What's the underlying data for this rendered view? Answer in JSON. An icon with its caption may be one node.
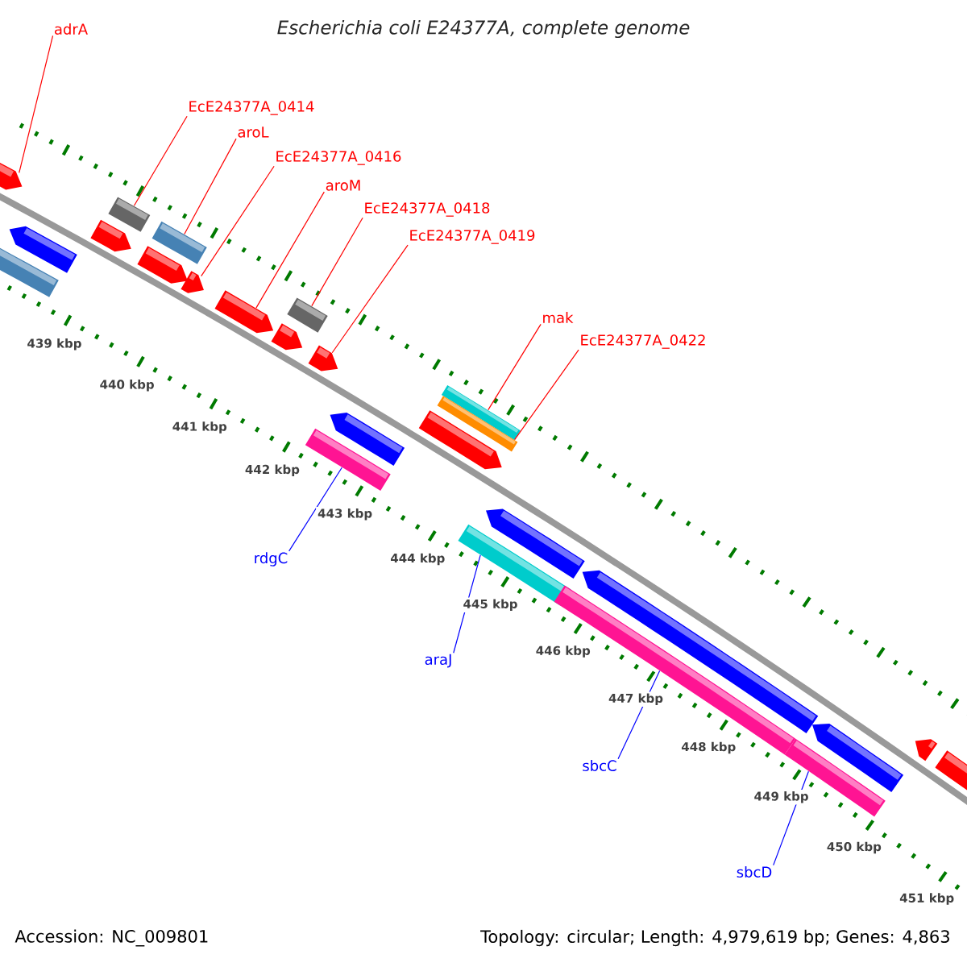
{
  "diagram": {
    "title": "Escherichia coli E24377A, complete genome",
    "nodes": [
      {
        "text": [
          "adrA"
        ]
      },
      {
        "text": [
          "EcE24377A_0414"
        ]
      },
      {
        "text": [
          "aroL"
        ]
      },
      {
        "text": [
          "EcE24377A_0416"
        ]
      },
      {
        "text": [
          "aroM"
        ]
      },
      {
        "text": [
          "EcE24377A_0418"
        ]
      },
      {
        "text": [
          "EcE24377A_0419"
        ]
      },
      {
        "text": [
          "mak"
        ]
      },
      {
        "text": [
          "EcE24377A_0422"
        ]
      },
      {
        "text": [
          "rdgC"
        ]
      },
      {
        "text": [
          "araJ"
        ]
      },
      {
        "text": [
          "sbcC"
        ]
      },
      {
        "text": [
          "sbcD"
        ]
      },
      {
        "text": [],
        "shape": "arrow"
      },
      {
        "text": [],
        "shape": "bar"
      },
      {
        "text": [],
        "shape": "arrow"
      },
      {
        "text": [],
        "shape": "arrow"
      },
      {
        "text": [],
        "shape": "bar"
      },
      {
        "text": [],
        "shape": "bar"
      },
      {
        "text": [],
        "shape": "arrow"
      },
      {
        "text": [],
        "shape": "arrow"
      },
      {
        "text": [],
        "shape": "arrow"
      },
      {
        "text": [],
        "shape": "bar"
      },
      {
        "text": [],
        "shape": "arrow"
      },
      {
        "text": [],
        "shape": "arrow"
      },
      {
        "text": [],
        "shape": "bar"
      },
      {
        "text": [],
        "shape": "arrow"
      },
      {
        "text": [],
        "shape": "arrow"
      },
      {
        "text": [],
        "shape": "bar"
      },
      {
        "text": [],
        "shape": "bar"
      },
      {
        "text": [],
        "shape": "bar"
      },
      {
        "text": [],
        "shape": "arrow"
      },
      {
        "text": [],
        "shape": "bar"
      },
      {
        "text": [],
        "shape": "arrow"
      },
      {
        "text": [],
        "shape": "bar"
      },
      {
        "text": [],
        "shape": "arrow"
      },
      {
        "text": [],
        "shape": "arrow"
      },
      {
        "text": [],
        "shape": "arrow"
      }
    ],
    "edges": [
      {
        "from": 0,
        "to": 13,
        "arrow": "none"
      },
      {
        "from": 1,
        "to": 17,
        "arrow": "none"
      },
      {
        "from": 2,
        "to": 18,
        "arrow": "none"
      },
      {
        "from": 3,
        "to": 20,
        "arrow": "none"
      },
      {
        "from": 4,
        "to": 21,
        "arrow": "none"
      },
      {
        "from": 5,
        "to": 22,
        "arrow": "none"
      },
      {
        "from": 6,
        "to": 24,
        "arrow": "none"
      },
      {
        "from": 7,
        "to": 28,
        "arrow": "none"
      },
      {
        "from": 8,
        "to": 29,
        "arrow": "none"
      },
      {
        "from": 9,
        "to": 25,
        "arrow": "none",
        "color": "#0000ff"
      },
      {
        "from": 10,
        "to": 30,
        "arrow": "none",
        "color": "#0000ff"
      },
      {
        "from": 11,
        "to": 32,
        "arrow": "none",
        "color": "#0000ff"
      },
      {
        "from": 12,
        "to": 34,
        "arrow": "none",
        "color": "#0000ff"
      }
    ],
    "labels": [
      "439 kbp",
      "440 kbp",
      "441 kbp",
      "442 kbp",
      "443 kbp",
      "444 kbp",
      "445 kbp",
      "446 kbp",
      "447 kbp",
      "448 kbp",
      "449 kbp",
      "450 kbp",
      "451 kbp",
      "Accession: NC_009801",
      "Topology: circular; Length: 4,979,619 bp; Genes: 4,863"
    ]
  }
}
